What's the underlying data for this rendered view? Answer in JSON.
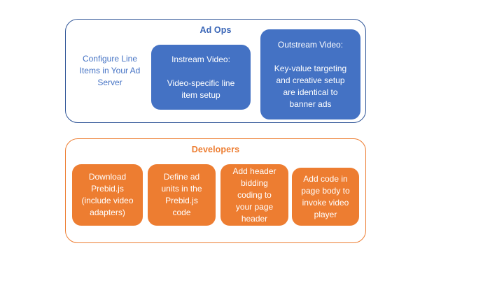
{
  "diagram": {
    "title": "",
    "colors": {
      "blue_fill": "#4472C4",
      "blue_border": "#2F5597",
      "blue_text": "#4472C4",
      "blue_title_text": "#3A66B7",
      "orange_fill": "#ED7D31",
      "orange_border": "#ED7D31",
      "orange_title_text": "#ED7D31",
      "box_text": "#FFFFFF",
      "background": "#FFFFFF"
    },
    "groups": [
      {
        "id": "ad-ops",
        "title": "Ad Ops",
        "text_items": [
          {
            "id": "configure-line-items",
            "lines": [
              "Configure Line",
              "Items in Your Ad",
              "Server"
            ]
          }
        ],
        "boxes": [
          {
            "id": "instream-video",
            "heading": "Instream Video:",
            "body_lines": [
              "Video-specific line",
              "item setup"
            ]
          },
          {
            "id": "outstream-video",
            "heading": "Outstream Video:",
            "body_lines": [
              "Key-value targeting",
              "and creative setup",
              "are identical to",
              "banner ads"
            ]
          }
        ]
      },
      {
        "id": "developers",
        "title": "Developers",
        "text_items": [],
        "boxes": [
          {
            "id": "download-prebid",
            "heading": "",
            "body_lines": [
              "Download",
              "Prebid.js",
              "(include video",
              "adapters)"
            ]
          },
          {
            "id": "define-ad-units",
            "heading": "",
            "body_lines": [
              "Define ad",
              "units in the",
              "Prebid.js",
              "code"
            ]
          },
          {
            "id": "add-header-bidding-code",
            "heading": "",
            "body_lines": [
              "Add header",
              "bidding",
              "coding to",
              "your page",
              "header"
            ]
          },
          {
            "id": "add-page-body-code",
            "heading": "",
            "body_lines": [
              "Add code in",
              "page body to",
              "invoke video",
              "player"
            ]
          }
        ]
      }
    ]
  }
}
